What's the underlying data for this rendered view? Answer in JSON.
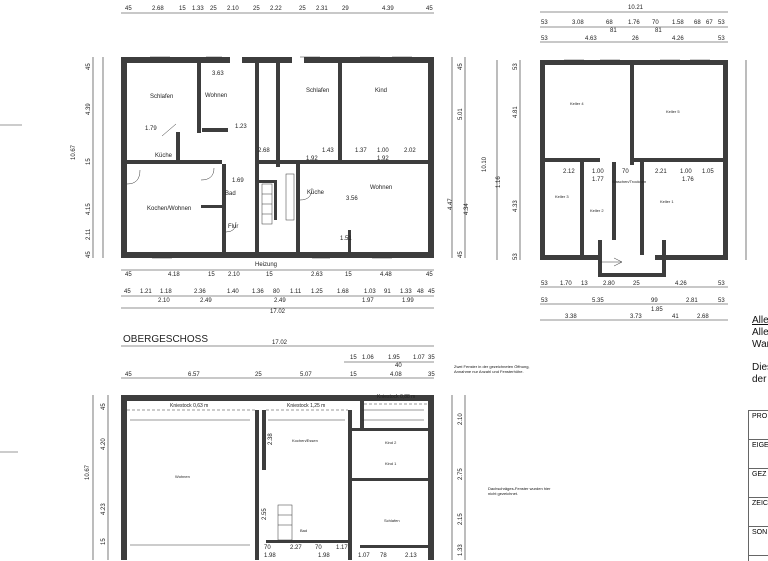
{
  "title_upper_floor": "OBERGESCHOSS",
  "notes": {
    "windows": "Zwei Fenster in der gezeichneten Öffnung, Annahme nur Anzahl und Fensterhöhe.",
    "roof_windows": "Dachschräges-Fenster wurden hier nicht gezeichnet.",
    "right_1": "Alle",
    "right_2": "Alle",
    "right_3": "Wan",
    "right_4": "Dies",
    "right_5": "der g"
  },
  "title_block": [
    "PRO",
    "EIGE",
    "GEZ",
    "ZEIC",
    "SON"
  ],
  "ground_floor": {
    "rooms": [
      "Schlafen",
      "Wohnen",
      "Küche",
      "Kochen/Wohnen",
      "Bad",
      "Flur",
      "Schlafen",
      "Kind",
      "Küche",
      "Wohnen",
      "Heizung"
    ],
    "top_dims": [
      "45",
      "2.68",
      "15",
      "1.33",
      "25",
      "2.10",
      "25",
      "2.22",
      "25",
      "2.31",
      "29",
      "4.39",
      "45"
    ],
    "bottom_dims_1": [
      "45",
      "4.18",
      "15",
      "2.10",
      "15",
      "2.63",
      "15",
      "4.48",
      "45"
    ],
    "bottom_dims_2": [
      "45",
      "1.21",
      "1.18",
      "2.36",
      "1.40",
      "1.36",
      "80",
      "1.11",
      "1.25",
      "1.68",
      "1.03",
      "91",
      "1.33",
      "48",
      "45"
    ],
    "bottom_dims_3": [
      "2.10",
      "2.49",
      "2.49",
      "1.97",
      "1.99"
    ],
    "total": "17.02",
    "left_dims": [
      "45",
      "4.39",
      "15",
      "4.15",
      "2.11",
      "45"
    ],
    "right_dims": [
      "45",
      "5.01",
      "4.47",
      "4.34",
      "45"
    ],
    "inner_labels": [
      "3.63",
      "1.79",
      "1.23",
      "2.68",
      "1.43",
      "1.37",
      "1.00",
      "2.02",
      "1.92",
      "1.92",
      "1.69",
      "3.56",
      "1.51"
    ],
    "total_height": "10.67"
  },
  "basement": {
    "rooms": [
      "Keller 4",
      "Keller 3",
      "Keller 2",
      "Keller 1",
      "Keller 5",
      "Waschen/Trocknen"
    ],
    "top_dims": [
      "10.21",
      "53",
      "3.08",
      "68",
      "1.76",
      "70",
      "1.58",
      "68",
      "67",
      "53",
      "81",
      "81",
      "53",
      "4.63",
      "26",
      "4.26",
      "53"
    ],
    "bottom_dims": [
      "53",
      "1.70",
      "13",
      "2.80",
      "25",
      "4.26",
      "53",
      "53",
      "5.35",
      "99",
      "2.81",
      "53",
      "1.85",
      "3.38",
      "3.73",
      "41",
      "2.68"
    ],
    "inner_labels": [
      "2.12",
      "1.00",
      "70",
      "2.21",
      "1.00",
      "1.05",
      "1.77",
      "1.76"
    ],
    "left_dims": [
      "53",
      "4.81",
      "1.16",
      "4.33",
      "53"
    ],
    "total_height": "10.10"
  },
  "upper_floor": {
    "total": "17.02",
    "top_dims_1": [
      "15",
      "1.06",
      "1.95",
      "1.07",
      "35"
    ],
    "top_dims_2": [
      "40"
    ],
    "top_dims_3": [
      "45",
      "6.57",
      "25",
      "5.07",
      "15",
      "4.08",
      "35"
    ],
    "kniestock": [
      "Kniestock 0,63 m",
      "Kniestock 1,25 m",
      "Kniestock 0,88 m"
    ],
    "rooms": [
      "Wohnen",
      "Kochen/Essen",
      "Kind 2",
      "Kind 1",
      "Schlafen",
      "Bad"
    ],
    "left_dims": [
      "45",
      "4.20",
      "4.23",
      "15"
    ],
    "right_dims": [
      "2.10",
      "2.75",
      "2.15",
      "1.33"
    ],
    "inner_labels": [
      "70",
      "2.27",
      "70",
      "1.17",
      "1.98",
      "1.98",
      "1.07",
      "78",
      "2.13",
      "2.38",
      "2.55"
    ],
    "total_height": "10.67"
  }
}
